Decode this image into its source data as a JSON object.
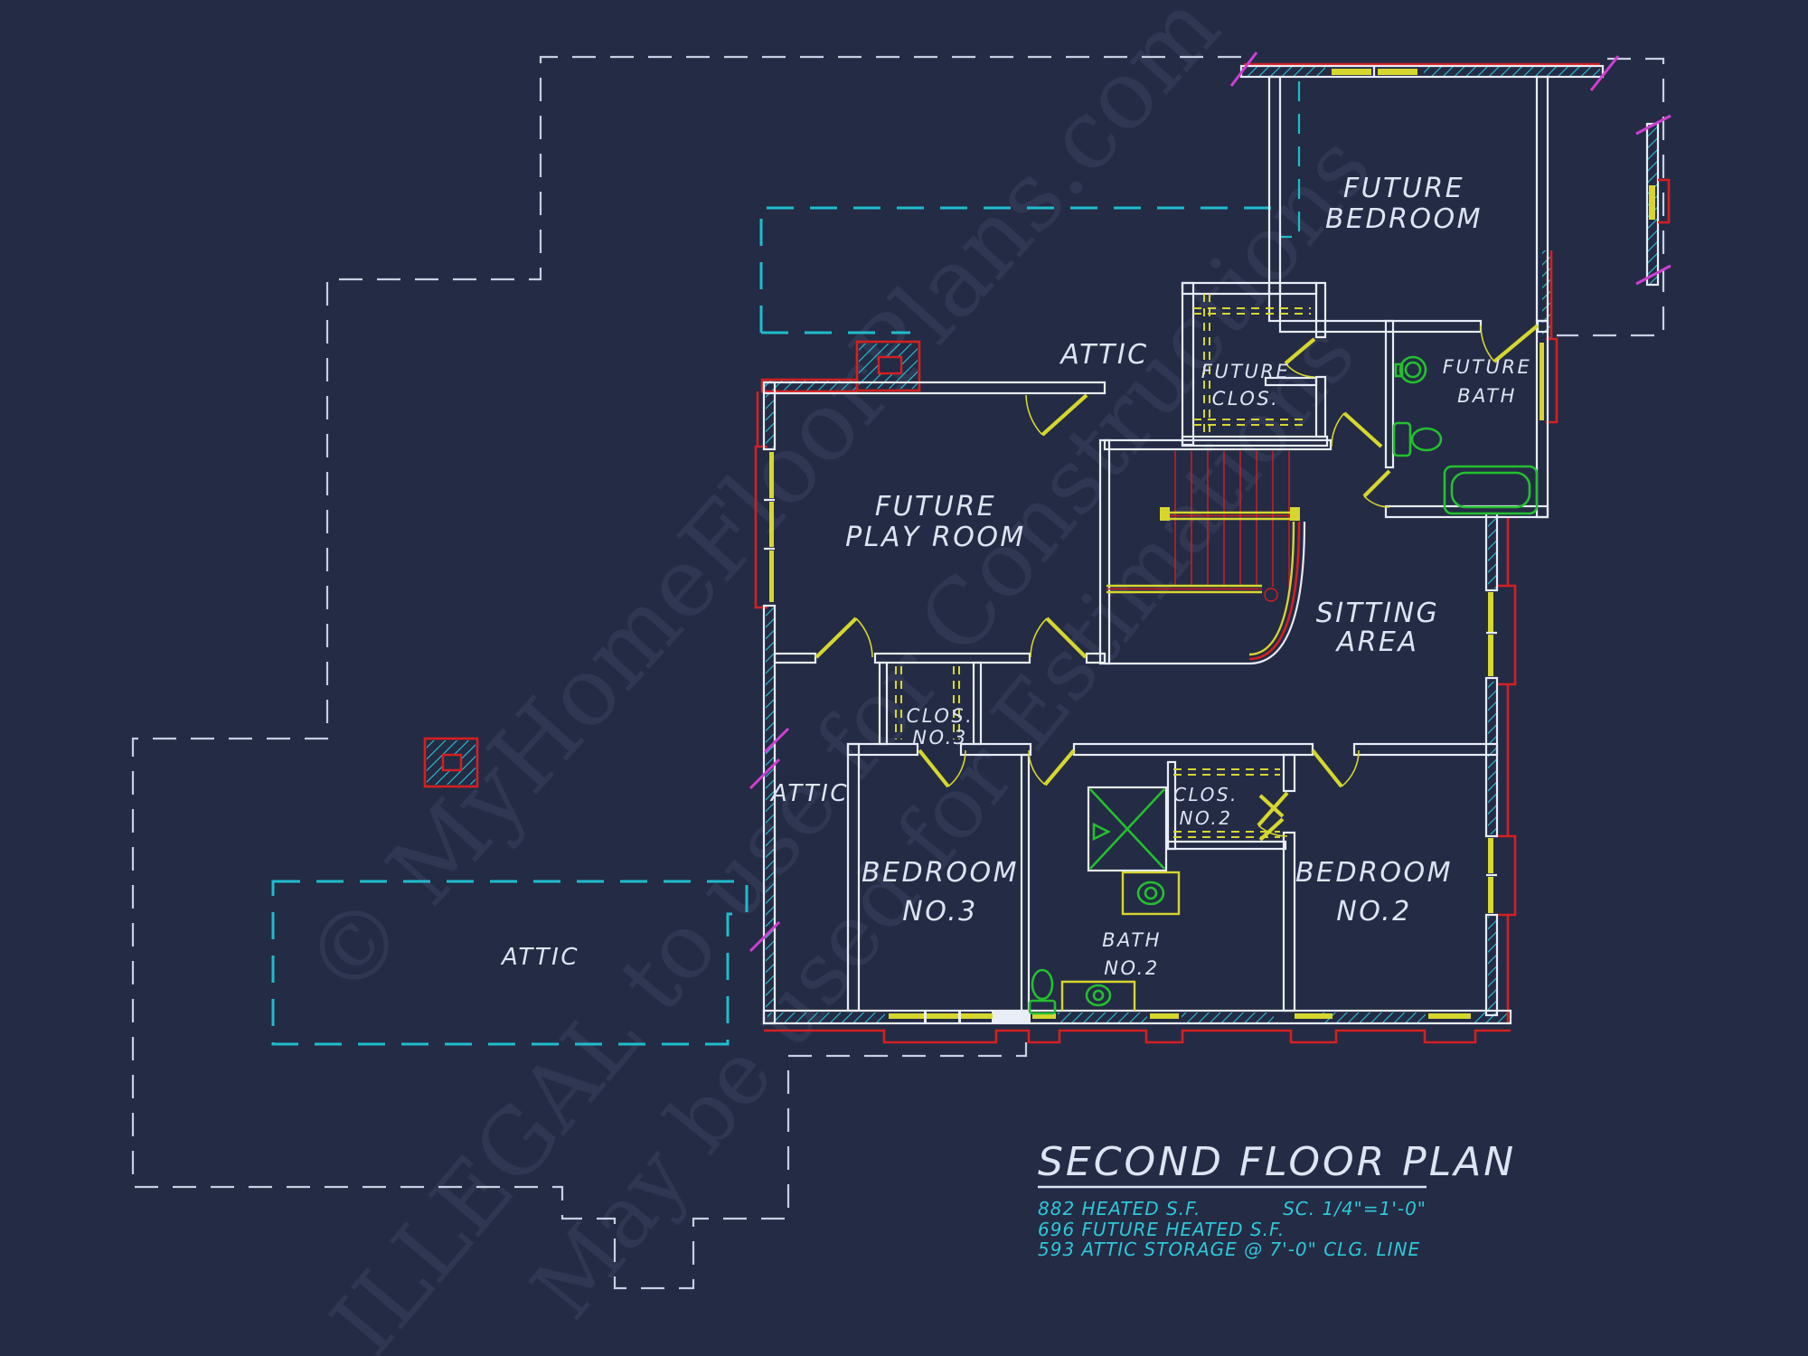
{
  "drawing": {
    "type": "architectural floor plan (CAD)",
    "sheet_background": "#242b45"
  },
  "title_block": {
    "title": "SECOND FLOOR PLAN",
    "heated_sf": "882 HEATED S.F.",
    "future_heated_sf": "696 FUTURE HEATED S.F.",
    "attic_storage": "593 ATTIC STORAGE @ 7'-0\" CLG. LINE",
    "scale": "SC. 1/4\"=1'-0\""
  },
  "rooms": {
    "future_bedroom": {
      "line1": "FUTURE",
      "line2": "BEDROOM"
    },
    "attic_top": {
      "line1": "ATTIC"
    },
    "future_clos": {
      "line1": "FUTURE",
      "line2": "CLOS."
    },
    "future_bath": {
      "line1": "FUTURE",
      "line2": "BATH"
    },
    "future_play_room": {
      "line1": "FUTURE",
      "line2": "PLAY ROOM"
    },
    "sitting_area": {
      "line1": "SITTING",
      "line2": "AREA"
    },
    "clos_no3": {
      "line1": "CLOS.",
      "line2": "NO.3"
    },
    "attic_left": {
      "line1": "ATTIC"
    },
    "clos_no2": {
      "line1": "CLOS.",
      "line2": "NO.2"
    },
    "bedroom_no3": {
      "line1": "BEDROOM",
      "line2": "NO.3"
    },
    "bedroom_no2": {
      "line1": "BEDROOM",
      "line2": "NO.2"
    },
    "bath_no2": {
      "line1": "BATH",
      "line2": "NO.2"
    },
    "attic_bottom": {
      "line1": "ATTIC"
    }
  },
  "watermark": {
    "line1": "© MyHomeFloorPlans.com",
    "line2": "ILLEGAL to use for Constructions",
    "line3": "May be used for Estimations"
  },
  "colors": {
    "background": "#242b45",
    "walls": "#e8edf8",
    "exterior_accent_red": "#d42020",
    "doors_windows_yellow": "#d6d62e",
    "hatch_cyan": "#2ac4d4",
    "attic_boundary_cyan": "#1fbccd",
    "roofline_white": "#c7cfe2",
    "fixtures_green": "#23c02e",
    "tick_magenta": "#cf3fd4",
    "label_text": "#dde4f2",
    "stats_text": "#2ec8d8"
  }
}
